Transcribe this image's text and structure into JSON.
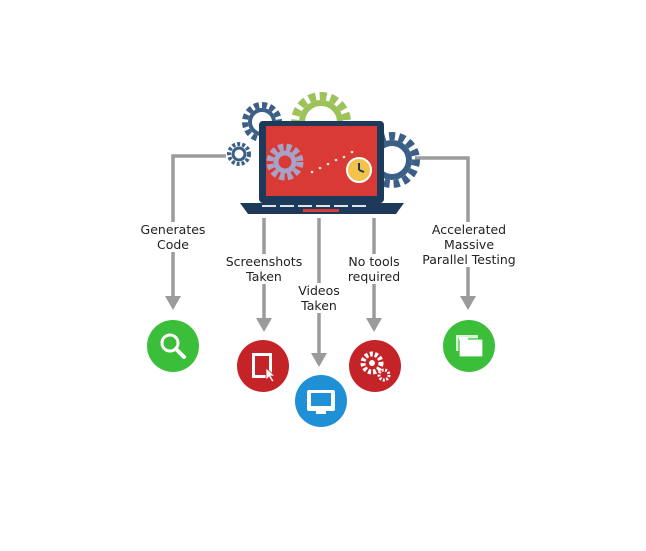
{
  "labels": {
    "generates_code": [
      "Generates",
      "Code"
    ],
    "screenshots": [
      "Screenshots",
      "Taken"
    ],
    "videos": [
      "Videos",
      "Taken"
    ],
    "no_tools": [
      "No tools",
      "required"
    ],
    "parallel": [
      "Accelerated",
      "Massive",
      "Parallel Testing"
    ]
  },
  "colors": {
    "connector": "#9b9b9b",
    "green": "#3bbf3b",
    "red": "#c42428",
    "blue": "#1f8fd6",
    "screen": "#d93a36",
    "laptop_body": "#1e3a5a",
    "gear_blue": "#3b5f86",
    "gear_green": "#9cc25a",
    "gear_purple": "#a7a3c8"
  },
  "icons": [
    "search-icon",
    "screenshot-icon",
    "video-icon",
    "settings-gears-icon",
    "folders-icon"
  ]
}
